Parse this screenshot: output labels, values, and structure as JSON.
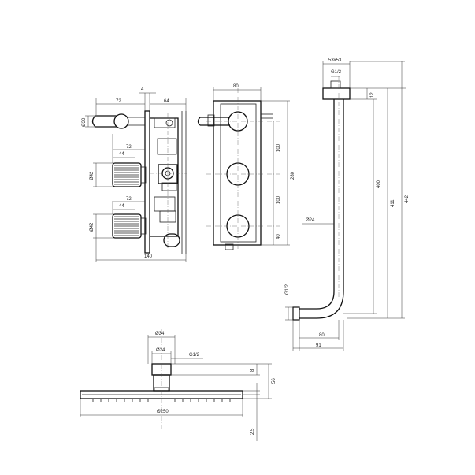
{
  "side_view": {
    "top_dims": {
      "d4": "4",
      "d72": "72",
      "d64": "64"
    },
    "diam_spout": "Ø30",
    "handle1": {
      "d72": "72",
      "d44": "44",
      "diam": "Ø42"
    },
    "handle2": {
      "d72": "72",
      "d44": "44",
      "diam": "Ø42"
    },
    "bottom": "140"
  },
  "front_view": {
    "top": "80",
    "v100a": "100",
    "v280": "280",
    "v100b": "100",
    "v40": "40"
  },
  "arm_view": {
    "square": "53x53",
    "thread_top": "G1/2",
    "d12": "12",
    "d400": "400",
    "d411": "411",
    "d442": "442",
    "diam": "Ø24",
    "thread_side": "G1/2",
    "d80": "80",
    "d91": "91"
  },
  "head_view": {
    "d34": "Ø34",
    "d24": "Ø24",
    "thread": "G1/2",
    "d8": "8",
    "d56": "56",
    "d250": "Ø250",
    "d25": "2,5"
  }
}
